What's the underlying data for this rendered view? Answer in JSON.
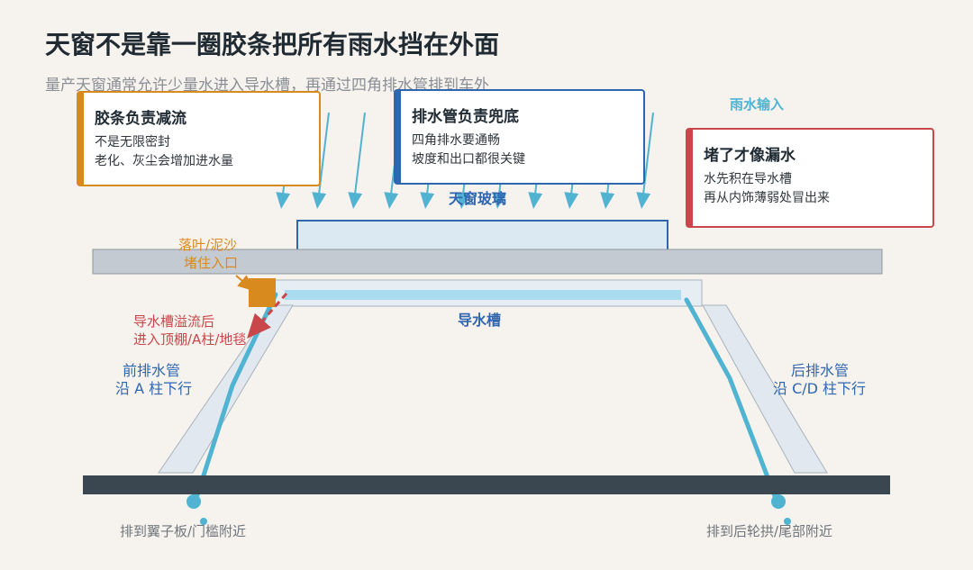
{
  "title": "天窗不是靠一圈胶条把所有雨水挡在外面",
  "subtitle": "量产天窗通常允许少量水进入导水槽，再通过四角排水管排到车外",
  "cards": [
    {
      "title": "胶条负责减流",
      "lines": [
        "不是无限密封",
        "老化、灰尘会增加进水量"
      ],
      "color": "#d98a1e"
    },
    {
      "title": "排水管负责兜底",
      "lines": [
        "四角排水要通畅",
        "坡度和出口都很关键"
      ],
      "color": "#2f66b0"
    },
    {
      "title": "堵了才像漏水",
      "lines": [
        "水先积在导水槽",
        "再从内饰薄弱处冒出来"
      ],
      "color": "#c9464a"
    }
  ],
  "labels": {
    "rain_input": "雨水输入",
    "glass": "天窗玻璃",
    "gutter": "导水槽",
    "debris": [
      "落叶/泥沙",
      "堵住入口"
    ],
    "overflow": [
      "导水槽溢流后",
      "进入顶棚/A柱/地毯"
    ],
    "front_pipe": [
      "前排水管",
      "沿 A 柱下行"
    ],
    "rear_pipe": [
      "后排水管",
      "沿 C/D 柱下行"
    ],
    "front_outlet": "排到翼子板/门槛附近",
    "rear_outlet": "排到后轮拱/尾部附近"
  },
  "colors": {
    "rain": "#4fb3d1",
    "pipe": "#4fb3d1",
    "debris": "#d98a1e",
    "overflow": "#c9464a",
    "glass_text": "#2f66b0",
    "floor": "#3b4750"
  }
}
